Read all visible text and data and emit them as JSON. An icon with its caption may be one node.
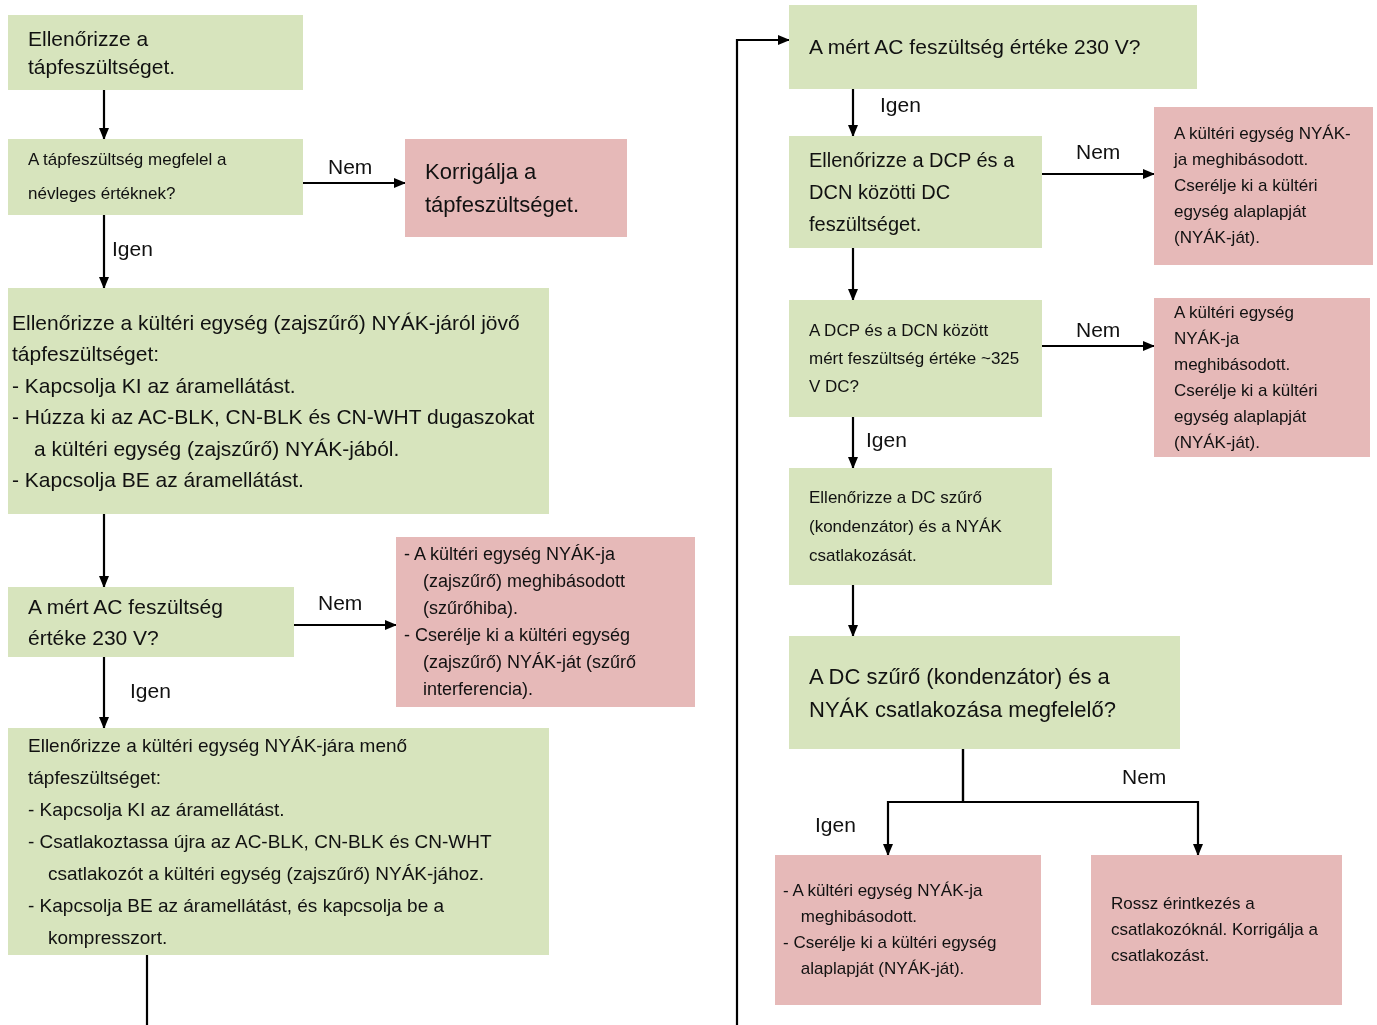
{
  "diagram": {
    "nodes": [
      {
        "text": [
          "Ellenőrizze a tápfeszültséget."
        ]
      },
      {
        "text": [
          "A tápfeszültség megfelel a névleges értéknek?"
        ]
      },
      {
        "text": [
          "Korrigálja a tápfeszültséget."
        ]
      },
      {
        "text": [
          "Ellenőrizze a kültéri egység (zajszűrő) NYÁK-járól jövő tápfeszültséget:",
          "- Kapcsolja KI az áramellátást.",
          "- Húzza ki az AC-BLK, CN-BLK és CN-WHT dugaszokat a kültéri egység (zajszűrő) NYÁK-jából.",
          "- Kapcsolja BE az áramellátást."
        ]
      },
      {
        "text": [
          "A mért AC feszültség értéke 230 V?"
        ]
      },
      {
        "text": [
          "- A kültéri egység NYÁK-ja (zajszűrő) meghibásodott (szűrőhiba).",
          "- Cserélje ki a kültéri egység (zajszűrő) NYÁK-ját (szűrő interferencia)."
        ]
      },
      {
        "text": [
          "Ellenőrizze a kültéri egység NYÁK-jára menő tápfeszültséget:",
          "- Kapcsolja KI az áramellátást.",
          "- Csatlakoztassa újra az AC-BLK, CN-BLK és CN-WHT csatlakozót a kültéri egység (zajszűrő) NYÁK-jához.",
          "- Kapcsolja BE az áramellátást, és kapcsolja be a kompresszort."
        ]
      },
      {
        "text": [
          "A mért AC feszültség értéke 230 V?"
        ]
      },
      {
        "text": [
          "Ellenőrizze a DCP és a DCN közötti DC feszültséget."
        ]
      },
      {
        "text": [
          "A kültéri egység NYÁK-ja meghibásodott. Cserélje ki a kültéri egység alaplapját (NYÁK-ját)."
        ]
      },
      {
        "text": [
          "A DCP és a DCN között mért feszültség értéke ~325 V DC?"
        ]
      },
      {
        "text": [
          "A kültéri egység NYÁK-ja meghibásodott. Cserélje ki a kültéri egység alaplapját (NYÁK-ját)."
        ]
      },
      {
        "text": [
          "Ellenőrizze a DC szűrő (kondenzátor) és a NYÁK csatlakozását."
        ]
      },
      {
        "text": [
          "A DC szűrő (kondenzátor) és a NYÁK csatlakozása megfelelő?"
        ]
      },
      {
        "text": [
          "- A kültéri egység NYÁK-ja meghibásodott.",
          "- Cserélje ki a kültéri egység alaplapját (NYÁK-ját)."
        ]
      },
      {
        "text": [
          "Rossz érintkezés a csatlakozóknál. Korrigálja a csatlakozást."
        ]
      }
    ],
    "edges": [
      {
        "from": 0,
        "to": 1,
        "arrow": "to"
      },
      {
        "from": 1,
        "to": 2,
        "arrow": "to",
        "label": "Nem"
      },
      {
        "from": 1,
        "to": 3,
        "arrow": "to",
        "label": "Igen"
      },
      {
        "from": 3,
        "to": 4,
        "arrow": "to"
      },
      {
        "from": 4,
        "to": 5,
        "arrow": "to",
        "label": "Nem"
      },
      {
        "from": 4,
        "to": 6,
        "arrow": "to",
        "label": "Igen"
      },
      {
        "from": 6,
        "to": null,
        "arrow": "none"
      },
      {
        "from": null,
        "to": 7,
        "arrow": "to"
      },
      {
        "from": 7,
        "to": 8,
        "arrow": "to",
        "label": "Igen"
      },
      {
        "from": 8,
        "to": 9,
        "arrow": "to",
        "label": "Nem"
      },
      {
        "from": 8,
        "to": 10,
        "arrow": "to"
      },
      {
        "from": 10,
        "to": 11,
        "arrow": "to",
        "label": "Nem"
      },
      {
        "from": 10,
        "to": 12,
        "arrow": "to",
        "label": "Igen"
      },
      {
        "from": 12,
        "to": 13,
        "arrow": "to"
      },
      {
        "from": 13,
        "to": 14,
        "arrow": "to",
        "label": "Igen"
      },
      {
        "from": 13,
        "to": 15,
        "arrow": "to",
        "label": "Nem"
      }
    ]
  }
}
